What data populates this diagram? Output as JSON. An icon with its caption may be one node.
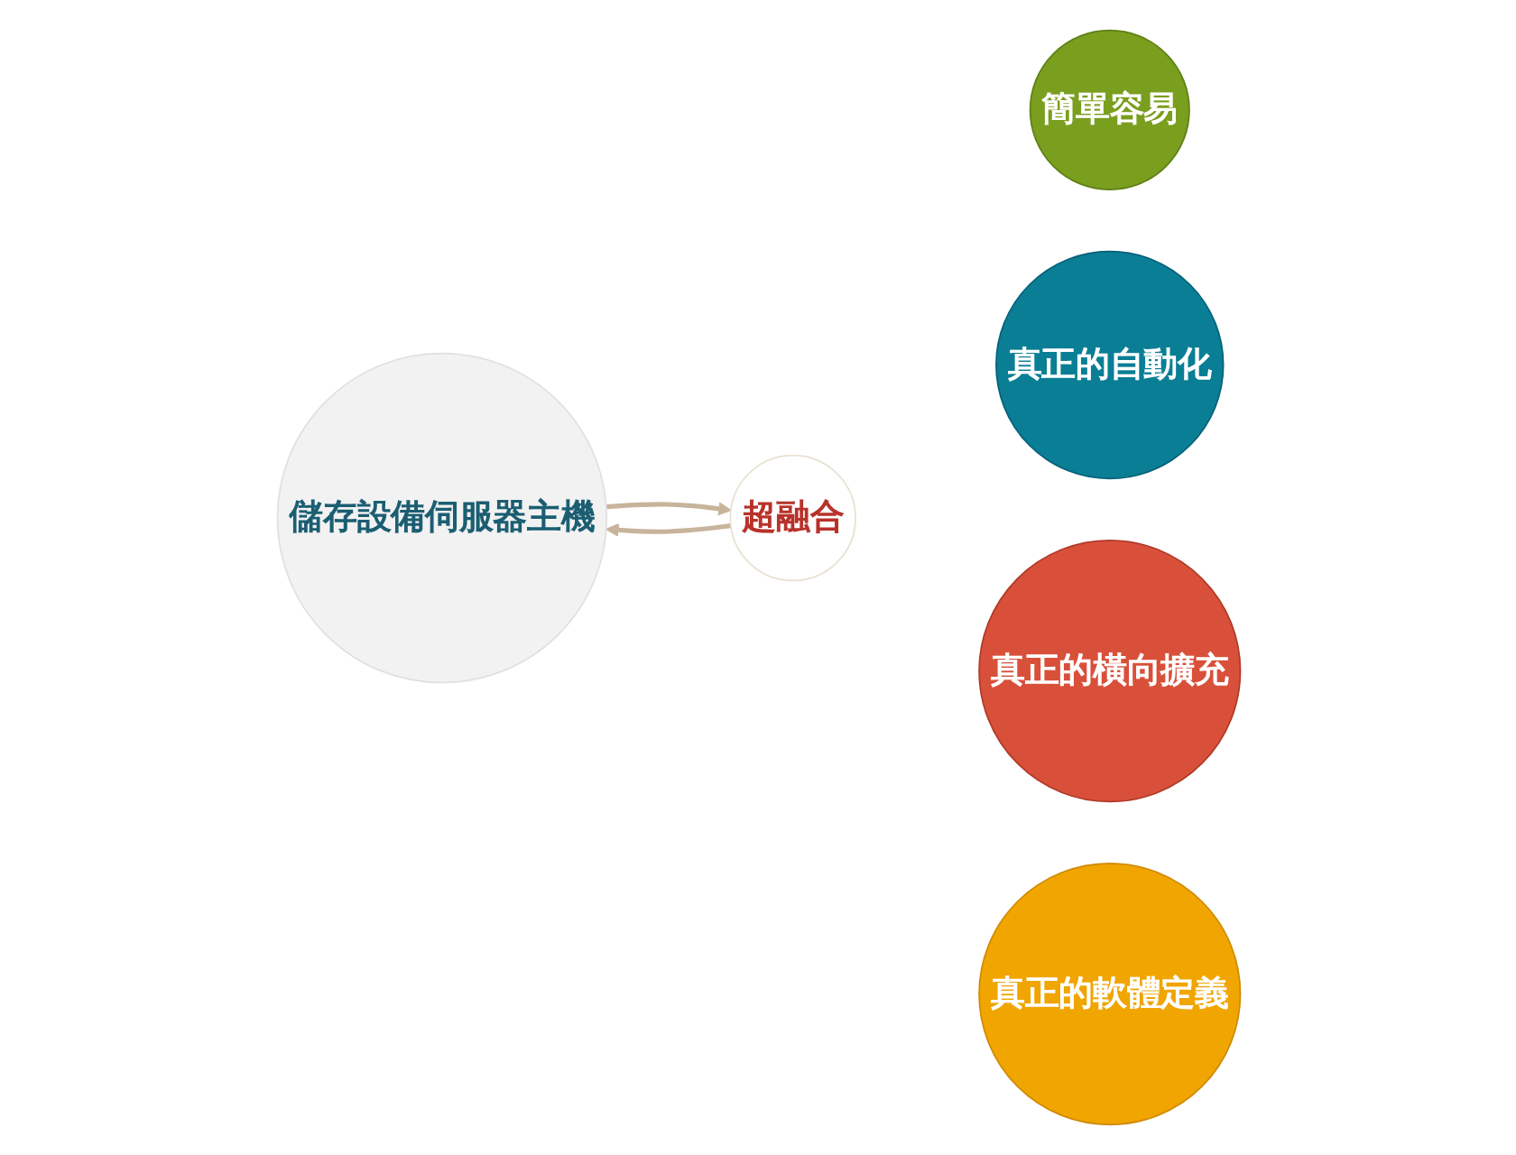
{
  "diagram": {
    "nodes": [
      {
        "text": [
          "儲存設備伺服器主機"
        ]
      },
      {
        "text": [
          "超融合"
        ]
      },
      {
        "text": [
          "簡單容易"
        ]
      },
      {
        "text": [
          "真正的自動化"
        ]
      },
      {
        "text": [
          "真正的橫向擴充"
        ]
      },
      {
        "text": [
          "真正的軟體定義"
        ]
      }
    ],
    "edges": [
      {
        "from": 0,
        "to": 1,
        "arrow": "to"
      },
      {
        "from": 1,
        "to": 0,
        "arrow": "to"
      }
    ]
  }
}
